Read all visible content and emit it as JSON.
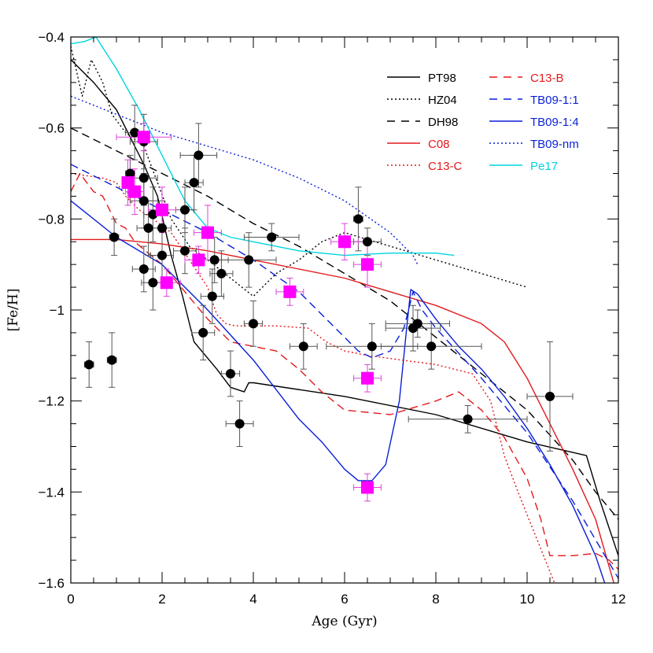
{
  "chart_data": {
    "type": "scatter",
    "xlabel": "Age (Gyr)",
    "ylabel": "[Fe/H]",
    "xlim": [
      0,
      12
    ],
    "ylim": [
      -1.6,
      -0.4
    ],
    "x_ticks": [
      {
        "v": 0,
        "label": "0"
      },
      {
        "v": 2,
        "label": "2"
      },
      {
        "v": 4,
        "label": "4"
      },
      {
        "v": 6,
        "label": "6"
      },
      {
        "v": 8,
        "label": "8"
      },
      {
        "v": 10,
        "label": "10"
      },
      {
        "v": 12,
        "label": "12"
      }
    ],
    "y_ticks": [
      {
        "v": -1.6,
        "label": "−1.6"
      },
      {
        "v": -1.4,
        "label": "−1.4"
      },
      {
        "v": -1.2,
        "label": "−1.2"
      },
      {
        "v": -1.0,
        "label": "−1"
      },
      {
        "v": -0.8,
        "label": "−0.8"
      },
      {
        "v": -0.6,
        "label": "−0.6"
      },
      {
        "v": -0.4,
        "label": "−0.4"
      }
    ],
    "grid": false,
    "legend": {
      "placement": "top-right",
      "entries": [
        {
          "label": "PT98",
          "color": "#000000",
          "dash": "solid"
        },
        {
          "label": "HZ04",
          "color": "#000000",
          "dash": "dotted"
        },
        {
          "label": "DH98",
          "color": "#000000",
          "dash": "dashed"
        },
        {
          "label": "C08",
          "color": "#e31a1c",
          "dash": "solid"
        },
        {
          "label": "C13-C",
          "color": "#e31a1c",
          "dash": "dotted"
        },
        {
          "label": "C13-B",
          "color": "#e31a1c",
          "dash": "dashed"
        },
        {
          "label": "TB09-1:1",
          "color": "#0a1fd6",
          "dash": "dashed"
        },
        {
          "label": "TB09-1:4",
          "color": "#0a1fd6",
          "dash": "solid"
        },
        {
          "label": "TB09-nm",
          "color": "#0a1fd6",
          "dash": "dotted"
        },
        {
          "label": "Pe17",
          "color": "#00d4e0",
          "dash": "solid"
        }
      ]
    },
    "series": [
      {
        "name": "PT98",
        "color": "#000000",
        "dash": "solid",
        "points": [
          [
            0,
            -0.45
          ],
          [
            0.5,
            -0.5
          ],
          [
            1.0,
            -0.56
          ],
          [
            1.3,
            -0.62
          ],
          [
            1.6,
            -0.68
          ],
          [
            1.9,
            -0.75
          ],
          [
            2.2,
            -0.88
          ],
          [
            2.45,
            -0.97
          ],
          [
            2.7,
            -1.07
          ],
          [
            3.2,
            -1.13
          ],
          [
            3.5,
            -1.17
          ],
          [
            3.8,
            -1.18
          ],
          [
            3.9,
            -1.16
          ],
          [
            4.0,
            -1.16
          ],
          [
            6,
            -1.19
          ],
          [
            8,
            -1.23
          ],
          [
            10,
            -1.29
          ],
          [
            11.3,
            -1.32
          ],
          [
            11.6,
            -1.42
          ],
          [
            11.8,
            -1.48
          ],
          [
            12,
            -1.54
          ]
        ]
      },
      {
        "name": "HZ04",
        "color": "#000000",
        "dash": "dotted",
        "points": [
          [
            0,
            -0.42
          ],
          [
            0.25,
            -0.53
          ],
          [
            0.45,
            -0.45
          ],
          [
            0.7,
            -0.5
          ],
          [
            0.9,
            -0.57
          ],
          [
            1.2,
            -0.61
          ],
          [
            1.6,
            -0.64
          ],
          [
            1.9,
            -0.72
          ],
          [
            2.2,
            -0.8
          ],
          [
            2.6,
            -0.86
          ],
          [
            3.0,
            -0.89
          ],
          [
            3.5,
            -0.93
          ],
          [
            4.0,
            -0.97
          ],
          [
            4.5,
            -0.92
          ],
          [
            5.0,
            -0.89
          ],
          [
            5.5,
            -0.85
          ],
          [
            6.0,
            -0.83
          ],
          [
            7.0,
            -0.86
          ],
          [
            8.0,
            -0.89
          ],
          [
            9.0,
            -0.92
          ],
          [
            10.0,
            -0.95
          ]
        ]
      },
      {
        "name": "DH98",
        "color": "#000000",
        "dash": "dashed",
        "points": [
          [
            0,
            -0.6
          ],
          [
            1,
            -0.65
          ],
          [
            2,
            -0.7
          ],
          [
            3,
            -0.75
          ],
          [
            4,
            -0.81
          ],
          [
            5,
            -0.86
          ],
          [
            6,
            -0.92
          ],
          [
            7,
            -0.98
          ],
          [
            8,
            -1.06
          ],
          [
            9,
            -1.14
          ],
          [
            10,
            -1.22
          ],
          [
            11,
            -1.33
          ],
          [
            11.5,
            -1.4
          ],
          [
            12,
            -1.46
          ]
        ]
      },
      {
        "name": "C08",
        "color": "#e31a1c",
        "dash": "solid",
        "points": [
          [
            0,
            -0.845
          ],
          [
            1,
            -0.845
          ],
          [
            2,
            -0.855
          ],
          [
            3,
            -0.87
          ],
          [
            4,
            -0.89
          ],
          [
            5,
            -0.91
          ],
          [
            6,
            -0.93
          ],
          [
            7,
            -0.96
          ],
          [
            8,
            -0.99
          ],
          [
            9,
            -1.03
          ],
          [
            9.5,
            -1.07
          ],
          [
            10,
            -1.15
          ],
          [
            10.5,
            -1.25
          ],
          [
            11,
            -1.35
          ],
          [
            11.5,
            -1.46
          ],
          [
            11.9,
            -1.6
          ]
        ]
      },
      {
        "name": "C13-C",
        "color": "#e31a1c",
        "dash": "dotted",
        "points": [
          [
            0,
            -0.7
          ],
          [
            0.7,
            -0.71
          ],
          [
            1.0,
            -0.72
          ],
          [
            1.2,
            -0.75
          ],
          [
            1.5,
            -0.78
          ],
          [
            1.8,
            -0.8
          ],
          [
            2.2,
            -0.83
          ],
          [
            2.4,
            -0.86
          ],
          [
            2.6,
            -0.89
          ],
          [
            3.0,
            -0.95
          ],
          [
            3.2,
            -1.01
          ],
          [
            3.4,
            -1.03
          ],
          [
            3.6,
            -1.035
          ],
          [
            4.5,
            -1.035
          ],
          [
            5.2,
            -1.04
          ],
          [
            5.6,
            -1.07
          ],
          [
            6.0,
            -1.09
          ],
          [
            6.5,
            -1.1
          ],
          [
            8.0,
            -1.12
          ],
          [
            8.8,
            -1.14
          ],
          [
            9.2,
            -1.2
          ],
          [
            9.5,
            -1.32
          ],
          [
            9.8,
            -1.4
          ],
          [
            10.2,
            -1.5
          ],
          [
            10.6,
            -1.6
          ]
        ]
      },
      {
        "name": "C13-B",
        "color": "#e31a1c",
        "dash": "dashed",
        "points": [
          [
            0,
            -0.74
          ],
          [
            0.2,
            -0.7
          ],
          [
            0.5,
            -0.74
          ],
          [
            0.7,
            -0.75
          ],
          [
            1.0,
            -0.81
          ],
          [
            1.2,
            -0.82
          ],
          [
            1.4,
            -0.85
          ],
          [
            2.0,
            -0.9
          ],
          [
            2.5,
            -0.96
          ],
          [
            3.0,
            -1.02
          ],
          [
            3.5,
            -1.07
          ],
          [
            4.0,
            -1.08
          ],
          [
            4.5,
            -1.09
          ],
          [
            5.0,
            -1.13
          ],
          [
            5.5,
            -1.18
          ],
          [
            6.0,
            -1.22
          ],
          [
            7.0,
            -1.23
          ],
          [
            8.0,
            -1.2
          ],
          [
            8.5,
            -1.18
          ],
          [
            9.0,
            -1.22
          ],
          [
            9.5,
            -1.28
          ],
          [
            10,
            -1.37
          ],
          [
            10.3,
            -1.46
          ],
          [
            10.5,
            -1.54
          ],
          [
            11.0,
            -1.54
          ],
          [
            11.5,
            -1.535
          ],
          [
            11.8,
            -1.55
          ],
          [
            12,
            -1.57
          ]
        ]
      },
      {
        "name": "TB09-1:1",
        "color": "#0a1fd6",
        "dash": "dashed",
        "points": [
          [
            0,
            -0.68
          ],
          [
            1,
            -0.73
          ],
          [
            2,
            -0.78
          ],
          [
            3,
            -0.83
          ],
          [
            4,
            -0.89
          ],
          [
            5,
            -0.96
          ],
          [
            5.5,
            -1.01
          ],
          [
            6,
            -1.06
          ],
          [
            6.3,
            -1.09
          ],
          [
            6.6,
            -1.105
          ],
          [
            7.0,
            -1.09
          ],
          [
            7.3,
            -1.04
          ],
          [
            7.5,
            -0.96
          ],
          [
            7.7,
            -1.0
          ],
          [
            8,
            -1.04
          ],
          [
            9,
            -1.15
          ],
          [
            10,
            -1.27
          ],
          [
            11,
            -1.42
          ],
          [
            12,
            -1.59
          ]
        ]
      },
      {
        "name": "TB09-1:4",
        "color": "#0a1fd6",
        "dash": "solid",
        "points": [
          [
            0,
            -0.76
          ],
          [
            1,
            -0.84
          ],
          [
            2,
            -0.9
          ],
          [
            3,
            -1.0
          ],
          [
            4,
            -1.11
          ],
          [
            5,
            -1.24
          ],
          [
            5.5,
            -1.29
          ],
          [
            6,
            -1.35
          ],
          [
            6.3,
            -1.375
          ],
          [
            6.6,
            -1.375
          ],
          [
            6.9,
            -1.34
          ],
          [
            7.2,
            -1.2
          ],
          [
            7.35,
            -1.05
          ],
          [
            7.45,
            -0.955
          ],
          [
            7.6,
            -0.965
          ],
          [
            8,
            -1.02
          ],
          [
            8.5,
            -1.08
          ],
          [
            9,
            -1.13
          ],
          [
            9.5,
            -1.19
          ],
          [
            10,
            -1.26
          ],
          [
            10.5,
            -1.34
          ],
          [
            11,
            -1.43
          ],
          [
            11.5,
            -1.54
          ],
          [
            11.7,
            -1.6
          ]
        ]
      },
      {
        "name": "TB09-nm",
        "color": "#0a1fd6",
        "dash": "dotted",
        "points": [
          [
            0,
            -0.53
          ],
          [
            1,
            -0.57
          ],
          [
            2,
            -0.61
          ],
          [
            3,
            -0.64
          ],
          [
            4,
            -0.67
          ],
          [
            5,
            -0.71
          ],
          [
            6,
            -0.76
          ],
          [
            7,
            -0.83
          ],
          [
            7.5,
            -0.88
          ],
          [
            7.6,
            -0.9
          ]
        ]
      },
      {
        "name": "Pe17",
        "color": "#00d4e0",
        "dash": "solid",
        "points": [
          [
            0,
            -0.415
          ],
          [
            0.3,
            -0.41
          ],
          [
            0.55,
            -0.4
          ],
          [
            1,
            -0.47
          ],
          [
            1.5,
            -0.56
          ],
          [
            2,
            -0.66
          ],
          [
            2.5,
            -0.76
          ],
          [
            3,
            -0.82
          ],
          [
            3.5,
            -0.84
          ],
          [
            4,
            -0.85
          ],
          [
            5,
            -0.87
          ],
          [
            6,
            -0.88
          ],
          [
            7,
            -0.875
          ],
          [
            7.5,
            -0.875
          ],
          [
            8,
            -0.875
          ],
          [
            8.4,
            -0.88
          ]
        ]
      }
    ],
    "black_points": [
      {
        "x": 0.4,
        "y": -1.12,
        "ex": 0.1,
        "ey": 0.05
      },
      {
        "x": 0.9,
        "y": -1.11,
        "ex": 0.1,
        "ey": 0.06
      },
      {
        "x": 0.95,
        "y": -0.84,
        "ex": 0.1,
        "ey": 0.04
      },
      {
        "x": 1.3,
        "y": -0.7,
        "ex": 0.1,
        "ey": 0.04
      },
      {
        "x": 1.4,
        "y": -0.61,
        "ex": 0.2,
        "ey": 0.06
      },
      {
        "x": 1.6,
        "y": -0.71,
        "ex": 0.3,
        "ey": 0.06
      },
      {
        "x": 1.6,
        "y": -0.76,
        "ex": 0.3,
        "ey": 0.06
      },
      {
        "x": 1.6,
        "y": -0.91,
        "ex": 0.25,
        "ey": 0.05
      },
      {
        "x": 1.6,
        "y": -0.63,
        "ex": 0.3,
        "ey": 0.06
      },
      {
        "x": 1.7,
        "y": -0.82,
        "ex": 0.25,
        "ey": 0.06
      },
      {
        "x": 1.8,
        "y": -0.79,
        "ex": 0.2,
        "ey": 0.06
      },
      {
        "x": 1.8,
        "y": -0.94,
        "ex": 0.25,
        "ey": 0.06
      },
      {
        "x": 2.0,
        "y": -0.82,
        "ex": 0.2,
        "ey": 0.06
      },
      {
        "x": 2.0,
        "y": -0.88,
        "ex": 0.25,
        "ey": 0.06
      },
      {
        "x": 2.5,
        "y": -0.78,
        "ex": 0.2,
        "ey": 0.05
      },
      {
        "x": 2.5,
        "y": -0.87,
        "ex": 0.25,
        "ey": 0.05
      },
      {
        "x": 2.7,
        "y": -0.72,
        "ex": 0.2,
        "ey": 0.06
      },
      {
        "x": 2.8,
        "y": -0.66,
        "ex": 0.4,
        "ey": 0.07
      },
      {
        "x": 2.9,
        "y": -1.05,
        "ex": 0.25,
        "ey": 0.06
      },
      {
        "x": 3.1,
        "y": -0.97,
        "ex": 0.25,
        "ey": 0.06
      },
      {
        "x": 3.15,
        "y": -0.89,
        "ex": 0.3,
        "ey": 0.05
      },
      {
        "x": 3.3,
        "y": -0.92,
        "ex": 0.25,
        "ey": 0.05
      },
      {
        "x": 3.5,
        "y": -1.14,
        "ex": 0.2,
        "ey": 0.05
      },
      {
        "x": 3.7,
        "y": -1.25,
        "ex": 0.3,
        "ey": 0.05
      },
      {
        "x": 3.9,
        "y": -0.89,
        "ex": 0.6,
        "ey": 0.06
      },
      {
        "x": 4.0,
        "y": -1.03,
        "ex": 0.2,
        "ey": 0.05
      },
      {
        "x": 4.4,
        "y": -0.84,
        "ex": 0.6,
        "ey": 0.03
      },
      {
        "x": 5.1,
        "y": -1.08,
        "ex": 0.3,
        "ey": 0.05
      },
      {
        "x": 6.3,
        "y": -0.8,
        "ex": 0.1,
        "ey": 0.07
      },
      {
        "x": 6.5,
        "y": -0.85,
        "ex": 0.3,
        "ey": 0.03
      },
      {
        "x": 6.6,
        "y": -1.08,
        "ex": 1.0,
        "ey": 0.05
      },
      {
        "x": 7.5,
        "y": -1.04,
        "ex": 0.6,
        "ey": 0.05
      },
      {
        "x": 7.6,
        "y": -1.03,
        "ex": 0.7,
        "ey": 0.03
      },
      {
        "x": 7.9,
        "y": -1.08,
        "ex": 1.1,
        "ey": 0.05
      },
      {
        "x": 8.7,
        "y": -1.24,
        "ex": 1.3,
        "ey": 0.03
      },
      {
        "x": 10.5,
        "y": -1.19,
        "ex": 0.5,
        "ey": 0.12
      }
    ],
    "magenta_points": [
      {
        "x": 1.25,
        "y": -0.72,
        "ex": 0.1,
        "ey": 0.05
      },
      {
        "x": 1.4,
        "y": -0.74,
        "ex": 0.2,
        "ey": 0.05
      },
      {
        "x": 1.6,
        "y": -0.62,
        "ex": 0.6,
        "ey": 0.03
      },
      {
        "x": 2.0,
        "y": -0.78,
        "ex": 0.3,
        "ey": 0.05
      },
      {
        "x": 2.1,
        "y": -0.94,
        "ex": 0.3,
        "ey": 0.03
      },
      {
        "x": 2.8,
        "y": -0.89,
        "ex": 0.3,
        "ey": 0.03
      },
      {
        "x": 3.0,
        "y": -0.83,
        "ex": 0.3,
        "ey": 0.06
      },
      {
        "x": 4.8,
        "y": -0.96,
        "ex": 0.3,
        "ey": 0.03
      },
      {
        "x": 6.0,
        "y": -0.85,
        "ex": 0.3,
        "ey": 0.04
      },
      {
        "x": 6.5,
        "y": -0.9,
        "ex": 0.3,
        "ey": 0.05
      },
      {
        "x": 6.5,
        "y": -1.15,
        "ex": 0.3,
        "ey": 0.03
      },
      {
        "x": 6.5,
        "y": -1.39,
        "ex": 0.3,
        "ey": 0.03
      }
    ]
  }
}
